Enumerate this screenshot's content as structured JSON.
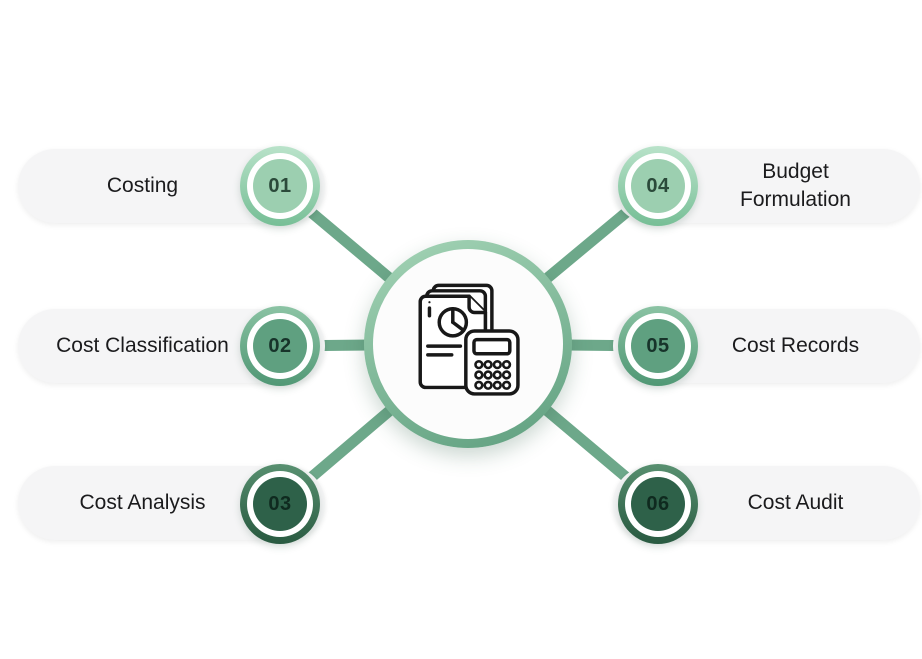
{
  "center": {
    "icon": "documents-calculator-icon"
  },
  "nodes": [
    {
      "number": "01",
      "label": "Costing",
      "side": "left",
      "row": "top",
      "shade": "light"
    },
    {
      "number": "02",
      "label": "Cost Classification",
      "side": "left",
      "row": "middle",
      "shade": "medium"
    },
    {
      "number": "03",
      "label": "Cost Analysis",
      "side": "left",
      "row": "bottom",
      "shade": "dark"
    },
    {
      "number": "04",
      "label": "Budget Formulation",
      "side": "right",
      "row": "top",
      "shade": "light"
    },
    {
      "number": "05",
      "label": "Cost Records",
      "side": "right",
      "row": "middle",
      "shade": "medium"
    },
    {
      "number": "06",
      "label": "Cost Audit",
      "side": "right",
      "row": "bottom",
      "shade": "dark"
    }
  ],
  "colors": {
    "light_green": "#9ccfb0",
    "medium_green": "#5fa080",
    "dark_green": "#2e6149",
    "connector_green": "#6da88a",
    "pill_background": "#f5f5f6",
    "label_text": "#1b1b1d"
  }
}
